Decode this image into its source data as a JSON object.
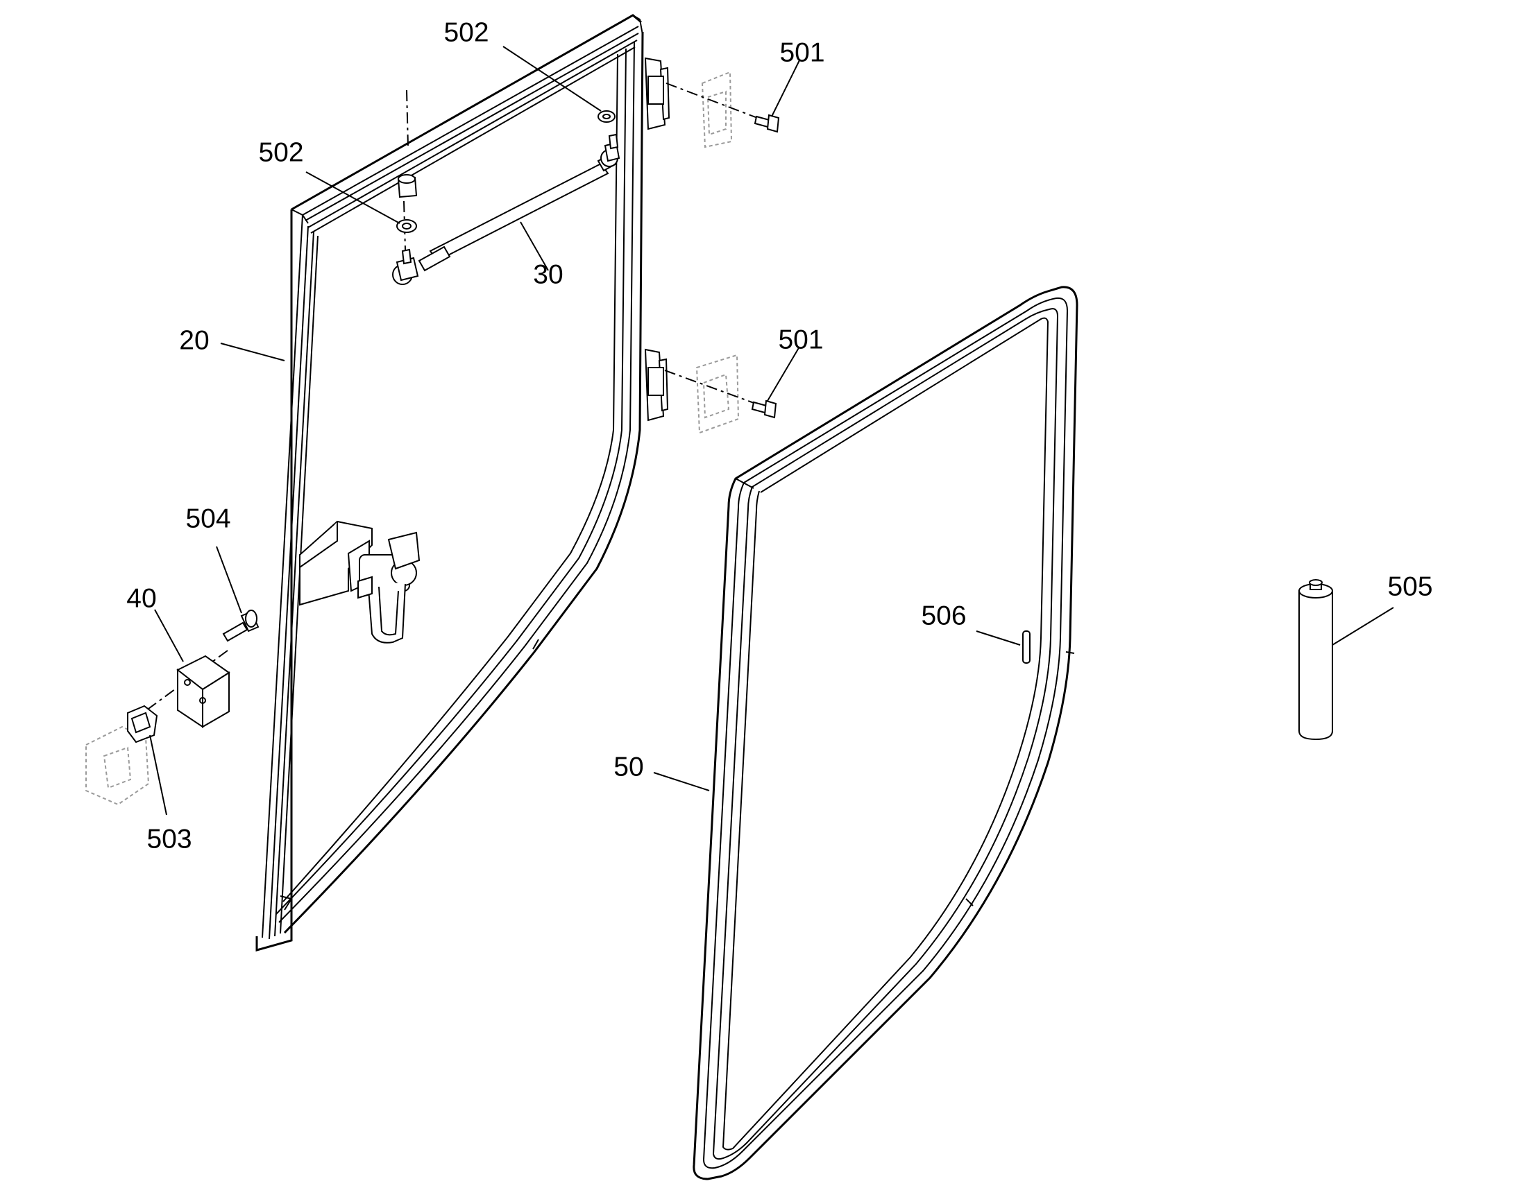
{
  "labels": {
    "l20": "20",
    "l30": "30",
    "l40": "40",
    "l50": "50",
    "l501a": "501",
    "l501b": "501",
    "l502a": "502",
    "l502b": "502",
    "l503": "503",
    "l504": "504",
    "l505": "505",
    "l506": "506"
  }
}
